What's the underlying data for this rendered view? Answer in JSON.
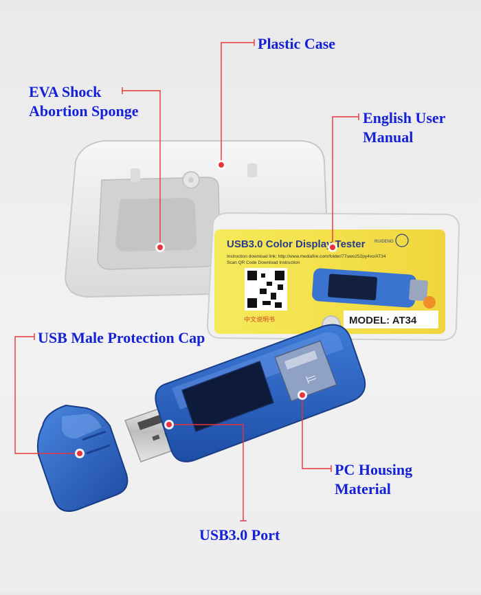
{
  "callouts": {
    "plastic_case": "Plastic Case",
    "eva_sponge": "EVA Shock\nAbortion Sponge",
    "user_manual": "English User\nManual",
    "protection_cap": "USB Male Protection Cap",
    "housing": "PC Housing\nMaterial",
    "usb_port": "USB3.0 Port"
  },
  "manual_card": {
    "title": "USB3.0 Color Display Tester",
    "download_line": "Instruction download link: http://www.mediafire.com/folder/77uwo252py4vo/AT34",
    "qr_line": "Scan QR Code Download Instruction",
    "chinese_line": "中文说明书",
    "brand": "RUIDENG",
    "model": "MODEL: AT34"
  },
  "colors": {
    "callout_text": "#1521d6",
    "leader_line": "#e8343a",
    "marker": "#e8343a",
    "device_blue": "#2f68c4",
    "card_yellow": "#f4e24a"
  }
}
